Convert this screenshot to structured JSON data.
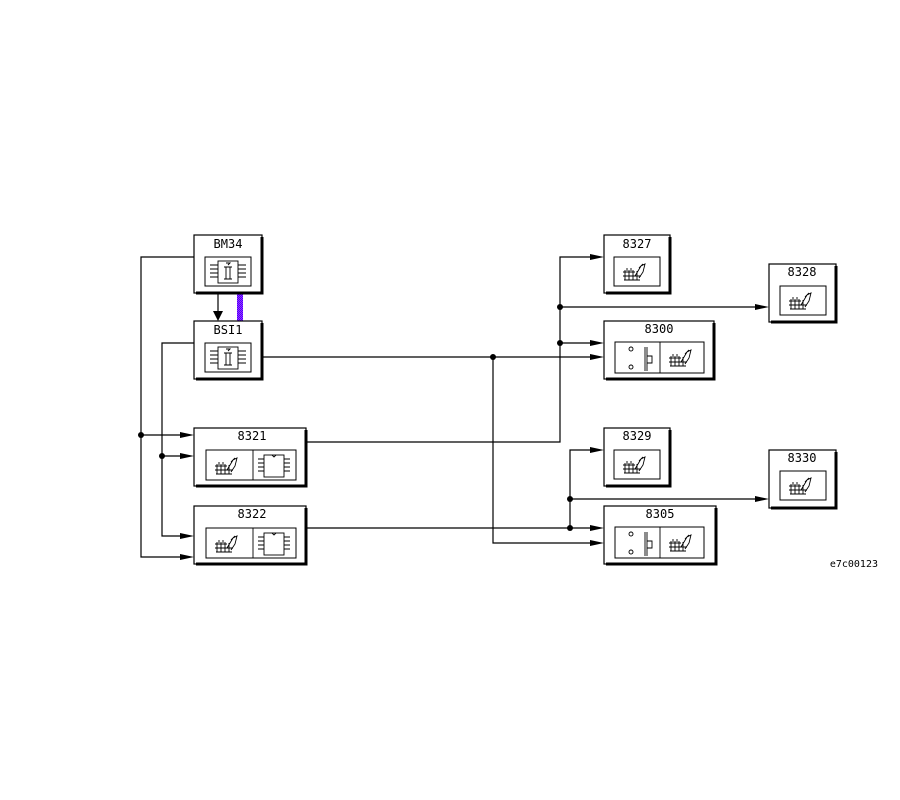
{
  "diagram": {
    "reference_code": "e7c00123",
    "link_color": "#7b2bff",
    "nodes": [
      {
        "id": "BM34",
        "label": "BM34",
        "icons": [
          "ecu-chip-icon"
        ]
      },
      {
        "id": "BSI1",
        "label": "BSI1",
        "icons": [
          "ecu-chip-icon"
        ]
      },
      {
        "id": "8321",
        "label": "8321",
        "icons": [
          "seat-icon",
          "ic-chip-icon"
        ]
      },
      {
        "id": "8322",
        "label": "8322",
        "icons": [
          "seat-icon",
          "ic-chip-icon"
        ]
      },
      {
        "id": "8327",
        "label": "8327",
        "icons": [
          "seat-icon"
        ]
      },
      {
        "id": "8328",
        "label": "8328",
        "icons": [
          "seat-icon"
        ]
      },
      {
        "id": "8300",
        "label": "8300",
        "icons": [
          "switch-icon",
          "seat-icon"
        ]
      },
      {
        "id": "8329",
        "label": "8329",
        "icons": [
          "seat-icon"
        ]
      },
      {
        "id": "8330",
        "label": "8330",
        "icons": [
          "seat-icon"
        ]
      },
      {
        "id": "8305",
        "label": "8305",
        "icons": [
          "switch-icon",
          "seat-icon"
        ]
      }
    ],
    "connections": [
      {
        "from": "BM34",
        "to": "BSI1",
        "type": "arrow"
      },
      {
        "from": "BM34",
        "to": "BSI1",
        "type": "bus-link"
      },
      {
        "from": "BM34",
        "to": "8321",
        "type": "arrow"
      },
      {
        "from": "BM34",
        "to": "8322",
        "type": "arrow"
      },
      {
        "from": "BSI1",
        "to": "8321",
        "type": "arrow"
      },
      {
        "from": "BSI1",
        "to": "8322",
        "type": "arrow"
      },
      {
        "from": "BSI1",
        "to": "8300",
        "type": "arrow"
      },
      {
        "from": "BSI1",
        "to": "8305",
        "type": "arrow"
      },
      {
        "from": "8321",
        "to": "8327",
        "type": "arrow"
      },
      {
        "from": "8321",
        "to": "8328",
        "type": "arrow"
      },
      {
        "from": "8321",
        "to": "8300",
        "type": "arrow"
      },
      {
        "from": "8322",
        "to": "8329",
        "type": "arrow"
      },
      {
        "from": "8322",
        "to": "8330",
        "type": "arrow"
      },
      {
        "from": "8322",
        "to": "8305",
        "type": "arrow"
      }
    ]
  }
}
